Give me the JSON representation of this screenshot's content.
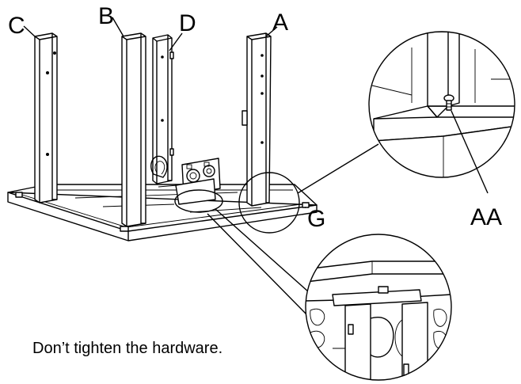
{
  "labels": {
    "leg_a": "A",
    "leg_b": "B",
    "leg_c": "C",
    "leg_d": "D",
    "callout_g": "G",
    "hardware_aa": "AA"
  },
  "instruction": "Don’t tighten the hardware."
}
